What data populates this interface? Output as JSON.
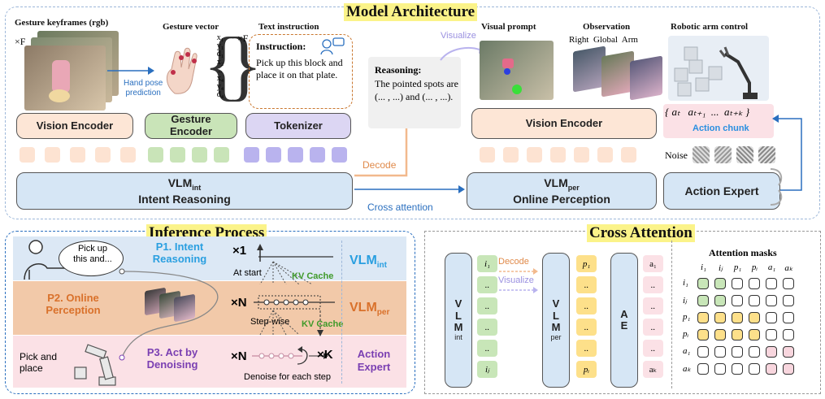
{
  "titles": {
    "top": "Model Architecture",
    "inference": "Inference Process",
    "cross": "Cross Attention"
  },
  "top": {
    "gesture_keyframes": "Gesture keyframes (rgb)",
    "times_f": "×F",
    "gesture_vector": "Gesture vector",
    "vector_entries": [
      "x₁",
      "y₁",
      "d₁",
      "x₂",
      "..",
      "x₄",
      "y₄",
      "d₄"
    ],
    "vector_times_f": "×F",
    "text_instruction": "Text instruction",
    "instruction_label": "Instruction:",
    "instruction_text": "Pick up this block and place it on that plate.",
    "hand_pose": "Hand pose\nprediction",
    "vision_encoder_left": "Vision Encoder",
    "gesture_encoder": "Gesture\nEncoder",
    "tokenizer": "Tokenizer",
    "reasoning_label": "Reasoning:",
    "reasoning_text": "The pointed spots are (... , ...) and (... , ...).",
    "visualize": "Visualize",
    "visual_prompt": "Visual prompt",
    "observation": "Observation",
    "obs_views": "Right  Global  Arm",
    "robotic_arm": "Robotic arm control",
    "vision_encoder_right": "Vision Encoder",
    "action_chunk": "Action chunk",
    "action_seq": "{ aₜ   aₜ₊₁  ...  aₜ₊ₖ }",
    "noise": "Noise",
    "decode": "Decode",
    "cross_attention": "Cross attention",
    "vlm_int": "VLM",
    "vlm_int_sub": "int",
    "vlm_int_desc": "Intent Reasoning",
    "vlm_per": "VLM",
    "vlm_per_sub": "per",
    "vlm_per_desc": "Online Perception",
    "action_expert": "Action Expert"
  },
  "inference": {
    "bubble": "Pick up\nthis and...",
    "p1": "P1. Intent\nReasoning",
    "p2": "P2. Online\nPerception",
    "p3": "P3. Act by\nDenoising",
    "pick_place": "Pick and\nplace",
    "x1": "×1",
    "at_start": "At start",
    "kv1": "KV Cache",
    "xn1": "×N",
    "step_wise": "Step-wise",
    "kv2": "KV Cache",
    "xn2": "×N",
    "xk": "×K",
    "denoise": "Denoise for each step",
    "vlm_int": "VLM",
    "vlm_int_sub": "int",
    "vlm_per": "VLM",
    "vlm_per_sub": "per",
    "action_expert": "Action\nExpert"
  },
  "cross": {
    "vlm_int": "V\nL\nM",
    "vlm_int_sub": "int",
    "vlm_per": "V\nL\nM",
    "vlm_per_sub": "per",
    "ae": "A\nE",
    "col_i": [
      "i₁",
      "..",
      "..",
      "..",
      "..",
      "iⱼ"
    ],
    "col_p": [
      "p₁",
      "..",
      "..",
      "..",
      "..",
      "pᵢ"
    ],
    "col_a": [
      "a₁",
      "..",
      "..",
      "..",
      "..",
      "aₖ"
    ],
    "decode": "Decode",
    "visualize": "Visualize",
    "masks_title": "Attention masks",
    "mask_cols": [
      "i₁",
      "iⱼ",
      "p₁",
      "pᵢ",
      "a₁",
      "aₖ"
    ],
    "mask_rows": [
      "i₁",
      "iⱼ",
      "p₁",
      "pᵢ",
      "a₁",
      "aₖ"
    ]
  },
  "colors": {
    "green": "#c8e6b8",
    "yellow": "#fde08a",
    "pink": "#f8d6de",
    "blue": "#d6e6f5",
    "orange": "#f9d9c0",
    "purple": "#dcd6f3"
  }
}
